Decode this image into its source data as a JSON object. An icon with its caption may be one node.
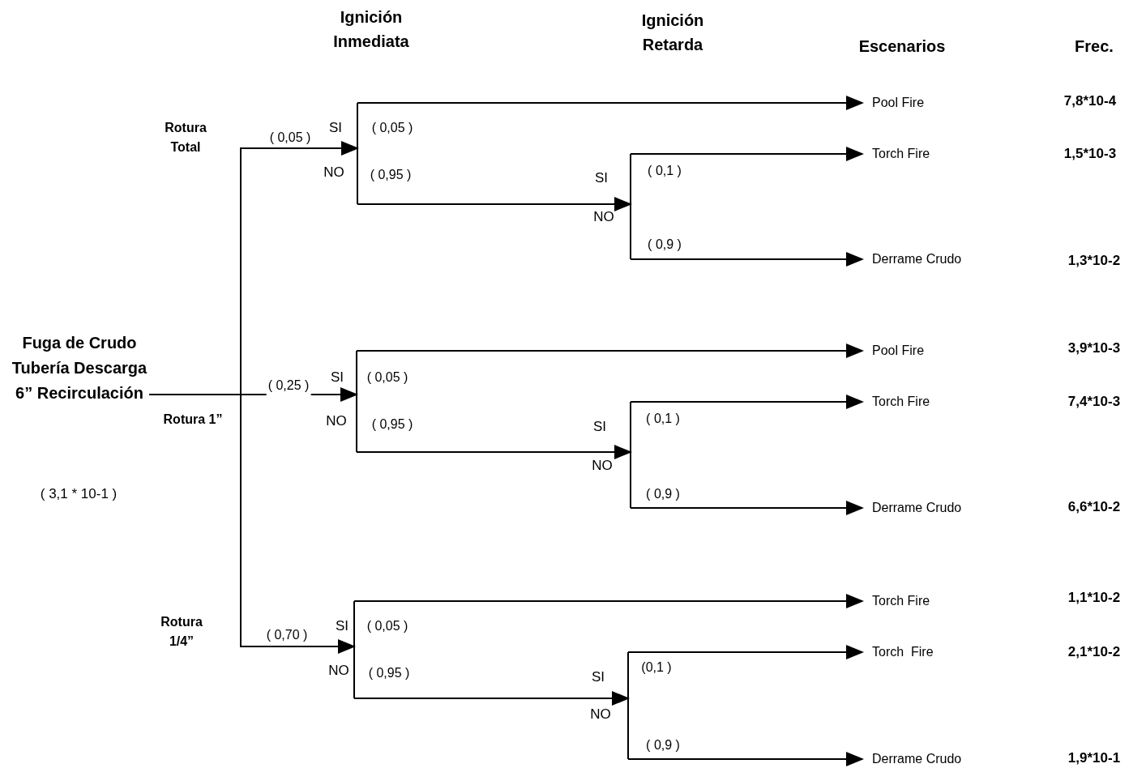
{
  "diagram": {
    "nodes": [
      {
        "text": [
          "Fuga de Crudo Tubería Descarga 6” Recirculación"
        ]
      },
      {
        "text": [],
        "shape": "bar"
      },
      {
        "text": [
          "Pool Fire"
        ]
      },
      {
        "text": [],
        "shape": "bar"
      },
      {
        "text": [
          "Torch Fire"
        ]
      },
      {
        "text": [
          "Derrame Crudo"
        ]
      },
      {
        "text": [],
        "shape": "bar"
      },
      {
        "text": [
          "Pool Fire"
        ]
      },
      {
        "text": [],
        "shape": "bar"
      },
      {
        "text": [
          "Torch Fire"
        ]
      },
      {
        "text": [
          "Derrame Crudo"
        ]
      },
      {
        "text": [],
        "shape": "bar"
      },
      {
        "text": [
          "Torch Fire"
        ]
      },
      {
        "text": [],
        "shape": "bar"
      },
      {
        "text": [
          "Torch  Fire"
        ]
      },
      {
        "text": [
          "Derrame Crudo"
        ]
      }
    ],
    "edges": [
      {
        "from": 0,
        "to": 1,
        "arrow": "to",
        "label": "( 0,05 )"
      },
      {
        "from": 0,
        "to": 6,
        "arrow": "to",
        "label": "( 0,25 )"
      },
      {
        "from": 0,
        "to": 11,
        "arrow": "to",
        "label": "( 0,70 )"
      },
      {
        "from": 1,
        "to": 2,
        "arrow": "to",
        "label": "( 0,05 )"
      },
      {
        "from": 1,
        "to": 3,
        "arrow": "to",
        "label": "( 0,95 )"
      },
      {
        "from": 3,
        "to": 4,
        "arrow": "to",
        "label": "( 0,1 )"
      },
      {
        "from": 3,
        "to": 5,
        "arrow": "to",
        "label": "( 0,9 )"
      },
      {
        "from": 6,
        "to": 7,
        "arrow": "to",
        "label": "( 0,05 )"
      },
      {
        "from": 6,
        "to": 8,
        "arrow": "to",
        "label": "( 0,95 )"
      },
      {
        "from": 8,
        "to": 9,
        "arrow": "to",
        "label": "( 0,1 )"
      },
      {
        "from": 8,
        "to": 10,
        "arrow": "to",
        "label": "( 0,9 )"
      },
      {
        "from": 11,
        "to": 12,
        "arrow": "to",
        "label": "( 0,05 )"
      },
      {
        "from": 11,
        "to": 13,
        "arrow": "to",
        "label": "( 0,95 )"
      },
      {
        "from": 13,
        "to": 14,
        "arrow": "to",
        "label": "(0,1 )"
      },
      {
        "from": 13,
        "to": 15,
        "arrow": "to",
        "label": "( 0,9 )"
      }
    ],
    "labels": [
      "Ignición Inmediata",
      "Ignición Retarda",
      "Escenarios",
      "Frec.",
      "Rotura Total",
      "SI",
      "NO",
      "SI",
      "NO",
      "7,8*10-4",
      "1,5*10-3",
      "1,3*10-2",
      "SI",
      "NO",
      "Rotura 1”",
      "SI",
      "NO",
      "3,9*10-3",
      "7,4*10-3",
      "6,6*10-2",
      "( 3,1 * 10-1 )",
      "Rotura 1/4”",
      "SI",
      "NO",
      "SI",
      "NO",
      "1,1*10-2",
      "2,1*10-2",
      "1,9*10-1"
    ]
  }
}
